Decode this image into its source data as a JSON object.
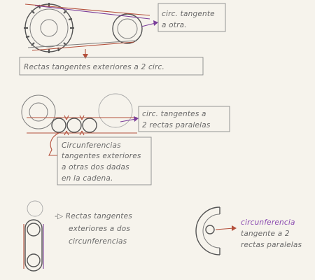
{
  "colors": {
    "paper": "#f6f3ec",
    "pencil": "#7d7d7d",
    "red_pencil": "#b4503c",
    "purple_pencil": "#7a3d9a"
  },
  "notes": {
    "note1": [
      "circ. tangente",
      "a otra."
    ],
    "note2": [
      "Rectas tangentes exteriores a 2 circ."
    ],
    "note3": [
      "circ. tangentes a",
      "2 rectas paralelas"
    ],
    "note4": [
      "Circunferencias",
      "tangentes exteriores",
      "a otras dos dadas",
      "en la cadena."
    ],
    "note5": [
      "-▷ Rectas tangentes",
      "exteriores a dos",
      "circunferencias"
    ],
    "note6": [
      "circunferencia",
      "tangente a 2",
      "rectas paralelas"
    ]
  }
}
